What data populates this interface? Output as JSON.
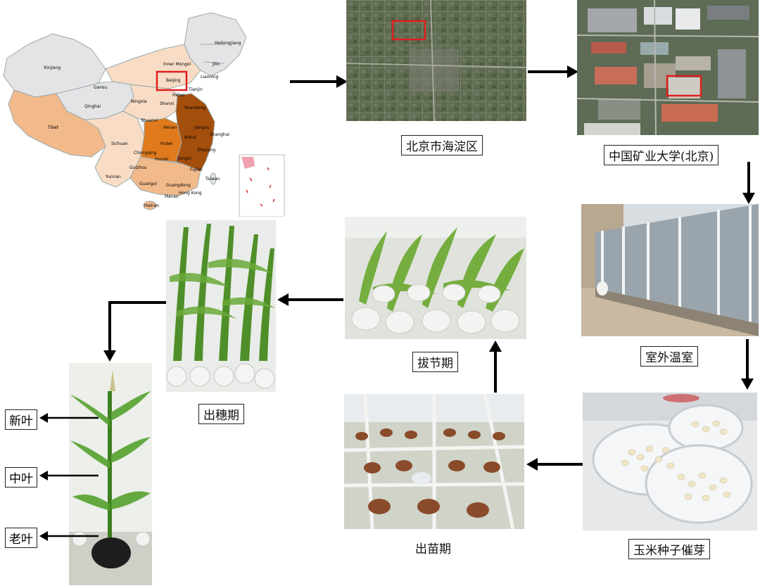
{
  "map": {
    "labels": {
      "xinjiang": "Xinjiang",
      "tibet": "Tibet",
      "qinghai": "Qinghai",
      "gansu": "Gansu",
      "inner_mongol": "Inner Mongol",
      "heilongjiang": "Heilongjiang",
      "jilin": "Jilin",
      "liaoning": "Liaoning",
      "beijing": "Beijing",
      "tianjin": "Tianjin",
      "hebei": "Hebei",
      "ningxia": "Ningxia",
      "shanxi": "Shanxi",
      "shaanxi": "Shaanxi",
      "shandong": "Shandong",
      "henan": "Henan",
      "jiangsu": "Jiangsu",
      "shanghai": "Shanghai",
      "anhui": "Anhui",
      "hubei": "Hubei",
      "zhejiang": "Zhejiang",
      "sichuan": "Sichuan",
      "chongqing": "Chongqing",
      "hunan": "Hunan",
      "jiangxi": "Jiangxi",
      "fujian": "Fujian",
      "guizhou": "Guizhou",
      "yunnan": "Yunnan",
      "guangxi": "Guangxi",
      "guangdong": "Guangdong",
      "taiwan": "Taiwan",
      "hongkong": "Hong Kong",
      "macao": "Macao",
      "hainan": "Hainan"
    }
  },
  "steps": {
    "haidian": "北京市海淀区",
    "cumtb": "中国矿业大学(北京)",
    "greenhouse": "室外温室",
    "germination": "玉米种子催芽",
    "emergence": "出苗期",
    "jointing": "拔节期",
    "heading": "出穗期"
  },
  "leaves": {
    "new": "新叶",
    "middle": "中叶",
    "old": "老叶"
  },
  "colors": {
    "dark_orange": "#a44e0c",
    "orange": "#e07a1c",
    "light_orange": "#f2b98b",
    "pale_orange": "#f8dcc6",
    "grey": "#e4e4e6",
    "highlight": "#e02020"
  }
}
